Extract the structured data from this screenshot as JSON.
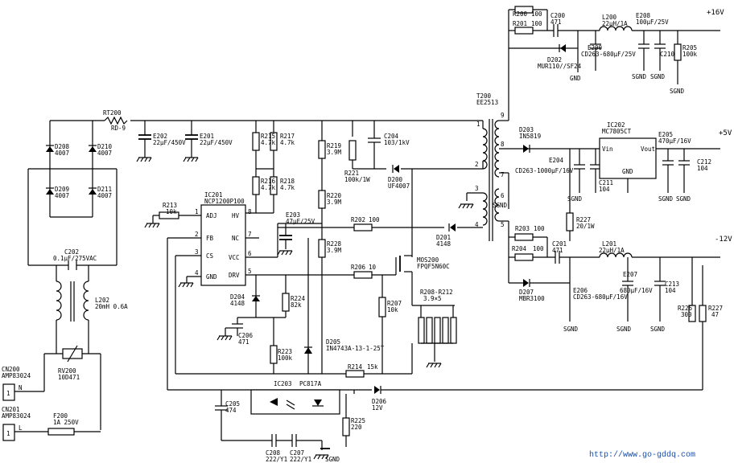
{
  "url": "http://www.go-gddq.com",
  "labels": {
    "rt200": "RT200",
    "rt200_v": "RD-9",
    "d208": "D208",
    "d208_v": "4007",
    "d210": "D210",
    "d210_v": "4007",
    "d209": "D209",
    "d209_v": "4007",
    "d211": "D211",
    "d211_v": "4007",
    "c202": "C202",
    "c202_v": "0.1μF/275VAC",
    "l202": "L202",
    "l202_v": "20mH 0.6A",
    "rv200": "RV200",
    "rv200_v": "10D471",
    "cn200": "CN200",
    "cn200_v": "AMP83024",
    "cn201": "CN201",
    "cn201_v": "AMP83024",
    "pin_n": "N",
    "pin_l": "L",
    "pin_1a": "1",
    "pin_1b": "1",
    "f200": "F200",
    "f200_v": "1A 250V",
    "e202": "E202",
    "e202_v": "22μF/450V",
    "e201": "E201",
    "e201_v": "22μF/450V",
    "r215": "R215",
    "r215_v": "4.7k",
    "r217": "R217",
    "r217_v": "4.7k",
    "r216": "R216",
    "r216_v": "4.7k",
    "r218": "R218",
    "r218_v": "4.7k",
    "r219": "R219",
    "r219_v": "3.9M",
    "r220": "R220",
    "r220_v": "3.9M",
    "r228": "R228",
    "r228_v": "3.9M",
    "r221": "R221",
    "r221_v": "100k/1W",
    "c204": "C204",
    "c204_v": "103/1kV",
    "d200": "D200",
    "d200_v": "UF4007",
    "ic201": "IC201",
    "ic201_v": "NCP1200P100",
    "pin_adj": "ADJ",
    "pin_fb": "FB",
    "pin_cs": "CS",
    "pin_gnd": "GND",
    "pin_hv": "HV",
    "pin_nc": "NC",
    "pin_vcc": "VCC",
    "pin_drv": "DRV",
    "n1": "1",
    "n2": "2",
    "n3": "3",
    "n4": "4",
    "n5": "5",
    "n6": "6",
    "n7": "7",
    "n8": "8",
    "r213": "R213",
    "r213_v": "10k",
    "e203": "E203",
    "e203_v": "47μF/25V",
    "r202": "R202",
    "r202_v": "100",
    "d201": "D201",
    "d201_v": "4148",
    "r206": "R206",
    "r206_v": "10",
    "q200": "MOS200",
    "q200_v": "FPQF5N60C",
    "r224": "R224",
    "r224_v": "82k",
    "d204": "D204",
    "d204_v": "4148",
    "c206": "C206",
    "c206_v": "471",
    "r223": "R223",
    "r223_v": "100k",
    "d205": "D205",
    "d205_v": "IN4743A-13-1-25T",
    "r207": "R207",
    "r207_v": "10k",
    "r208": "R208-R212",
    "r208_v": "3.9×5",
    "r214": "R214",
    "r214_v": "15k",
    "ic203": "IC203",
    "pc817": "PC817A",
    "c205": "C205",
    "c205_v": "474",
    "d206": "D206",
    "d206_v": "12V",
    "r225": "R225",
    "r225_v": "220",
    "c208": "C208",
    "c208_v": "222/Y1",
    "c207": "C207",
    "c207_v": "222/Y1",
    "sgnd": "SGND",
    "t200": "T200",
    "t200_v": "EE2513",
    "t9": "9",
    "t8": "8",
    "t7": "7",
    "t6": "6",
    "t5": "5",
    "t1": "1",
    "t2": "2",
    "t3": "3",
    "t4": "4",
    "r200": "R200",
    "r200_v": "100",
    "r201": "R201",
    "r201_v": "100",
    "c200": "C200",
    "c200_v": "471",
    "l200": "L200",
    "l200_v": "22μH/1A",
    "e208": "E208",
    "e208_v": "100μF/25V",
    "v16": "+16V",
    "r205": "R205",
    "r205_v": "100k",
    "d202": "D202",
    "d202_v": "MUR110//SF24",
    "e200": "E200",
    "e200_v": "CD263-680μF/25V",
    "c210": "C210",
    "gnd": "GND",
    "sgnd2": "SGND",
    "d203": "D203",
    "d203_v": "IN5819",
    "e204": "E204",
    "e204_v": "CD263-1000μF/16V",
    "c211": "C211",
    "c211_v": "104",
    "ic202": "IC202",
    "ic202_v": "MC7805CT",
    "vin": "Vin",
    "vout": "Vout",
    "icgnd": "GND",
    "e205": "E205",
    "e205_v": "470μF/16V",
    "c212": "C212",
    "c212_v": "104",
    "v5": "+5V",
    "r227a": "R227",
    "r227a_v": "20/1W",
    "r203": "R203",
    "r203_v": "100",
    "r204": "R204",
    "r204_v": "100",
    "c201": "C201",
    "c201_v": "471",
    "l201": "L201",
    "l201_v": "22μH/1A",
    "vm12": "-12V",
    "d207": "D207",
    "d207_v": "MBR3100",
    "e206": "E206",
    "e206_v": "CD263-680μF/16V",
    "e207": "E207",
    "e207_v": "680μF/16V",
    "c213": "C213",
    "c213_v": "104",
    "r226": "R226",
    "r226_v": "300",
    "r227b": "R227",
    "r227b_v": "47"
  }
}
